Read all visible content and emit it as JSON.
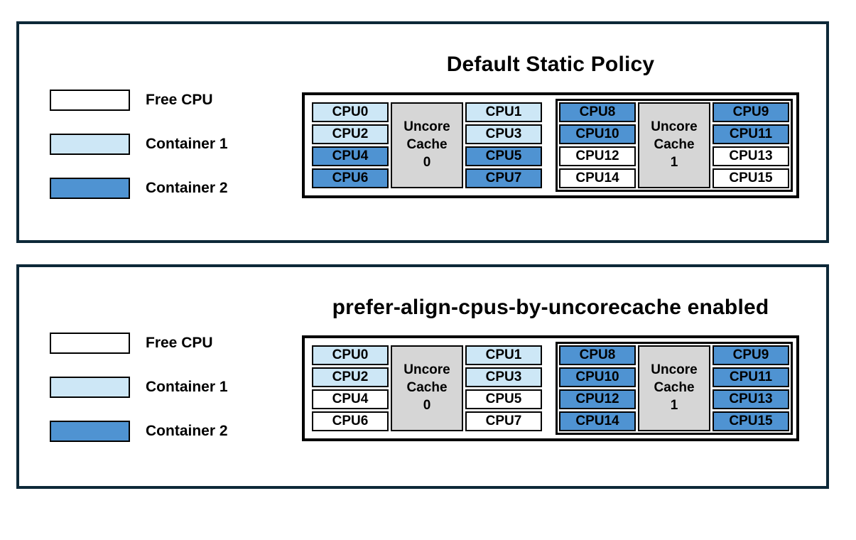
{
  "colors": {
    "free": "#FFFFFF",
    "container1": "#CDE7F6",
    "container2": "#4F93D2",
    "cache_gray": "#D6D6D6",
    "panel_border": "#0D2838",
    "cell_border": "#000000"
  },
  "legend": {
    "items": [
      {
        "label": "Free CPU",
        "state": "free"
      },
      {
        "label": "Container 1",
        "state": "container1"
      },
      {
        "label": "Container 2",
        "state": "container2"
      }
    ]
  },
  "panels": [
    {
      "title": "Default Static Policy",
      "groups": [
        {
          "cache_label": "Uncore\nCache\n0",
          "framed": false,
          "left_cpus": [
            {
              "label": "CPU0",
              "state": "container1"
            },
            {
              "label": "CPU2",
              "state": "container1"
            },
            {
              "label": "CPU4",
              "state": "container2"
            },
            {
              "label": "CPU6",
              "state": "container2"
            }
          ],
          "right_cpus": [
            {
              "label": "CPU1",
              "state": "container1"
            },
            {
              "label": "CPU3",
              "state": "container1"
            },
            {
              "label": "CPU5",
              "state": "container2"
            },
            {
              "label": "CPU7",
              "state": "container2"
            }
          ]
        },
        {
          "cache_label": "Uncore\nCache\n1",
          "framed": true,
          "left_cpus": [
            {
              "label": "CPU8",
              "state": "container2"
            },
            {
              "label": "CPU10",
              "state": "container2"
            },
            {
              "label": "CPU12",
              "state": "free"
            },
            {
              "label": "CPU14",
              "state": "free"
            }
          ],
          "right_cpus": [
            {
              "label": "CPU9",
              "state": "container2"
            },
            {
              "label": "CPU11",
              "state": "container2"
            },
            {
              "label": "CPU13",
              "state": "free"
            },
            {
              "label": "CPU15",
              "state": "free"
            }
          ]
        }
      ]
    },
    {
      "title": "prefer-align-cpus-by-uncorecache enabled",
      "groups": [
        {
          "cache_label": "Uncore\nCache\n0",
          "framed": false,
          "left_cpus": [
            {
              "label": "CPU0",
              "state": "container1"
            },
            {
              "label": "CPU2",
              "state": "container1"
            },
            {
              "label": "CPU4",
              "state": "free"
            },
            {
              "label": "CPU6",
              "state": "free"
            }
          ],
          "right_cpus": [
            {
              "label": "CPU1",
              "state": "container1"
            },
            {
              "label": "CPU3",
              "state": "container1"
            },
            {
              "label": "CPU5",
              "state": "free"
            },
            {
              "label": "CPU7",
              "state": "free"
            }
          ]
        },
        {
          "cache_label": "Uncore\nCache\n1",
          "framed": true,
          "left_cpus": [
            {
              "label": "CPU8",
              "state": "container2"
            },
            {
              "label": "CPU10",
              "state": "container2"
            },
            {
              "label": "CPU12",
              "state": "container2"
            },
            {
              "label": "CPU14",
              "state": "container2"
            }
          ],
          "right_cpus": [
            {
              "label": "CPU9",
              "state": "container2"
            },
            {
              "label": "CPU11",
              "state": "container2"
            },
            {
              "label": "CPU13",
              "state": "container2"
            },
            {
              "label": "CPU15",
              "state": "container2"
            }
          ]
        }
      ]
    }
  ]
}
